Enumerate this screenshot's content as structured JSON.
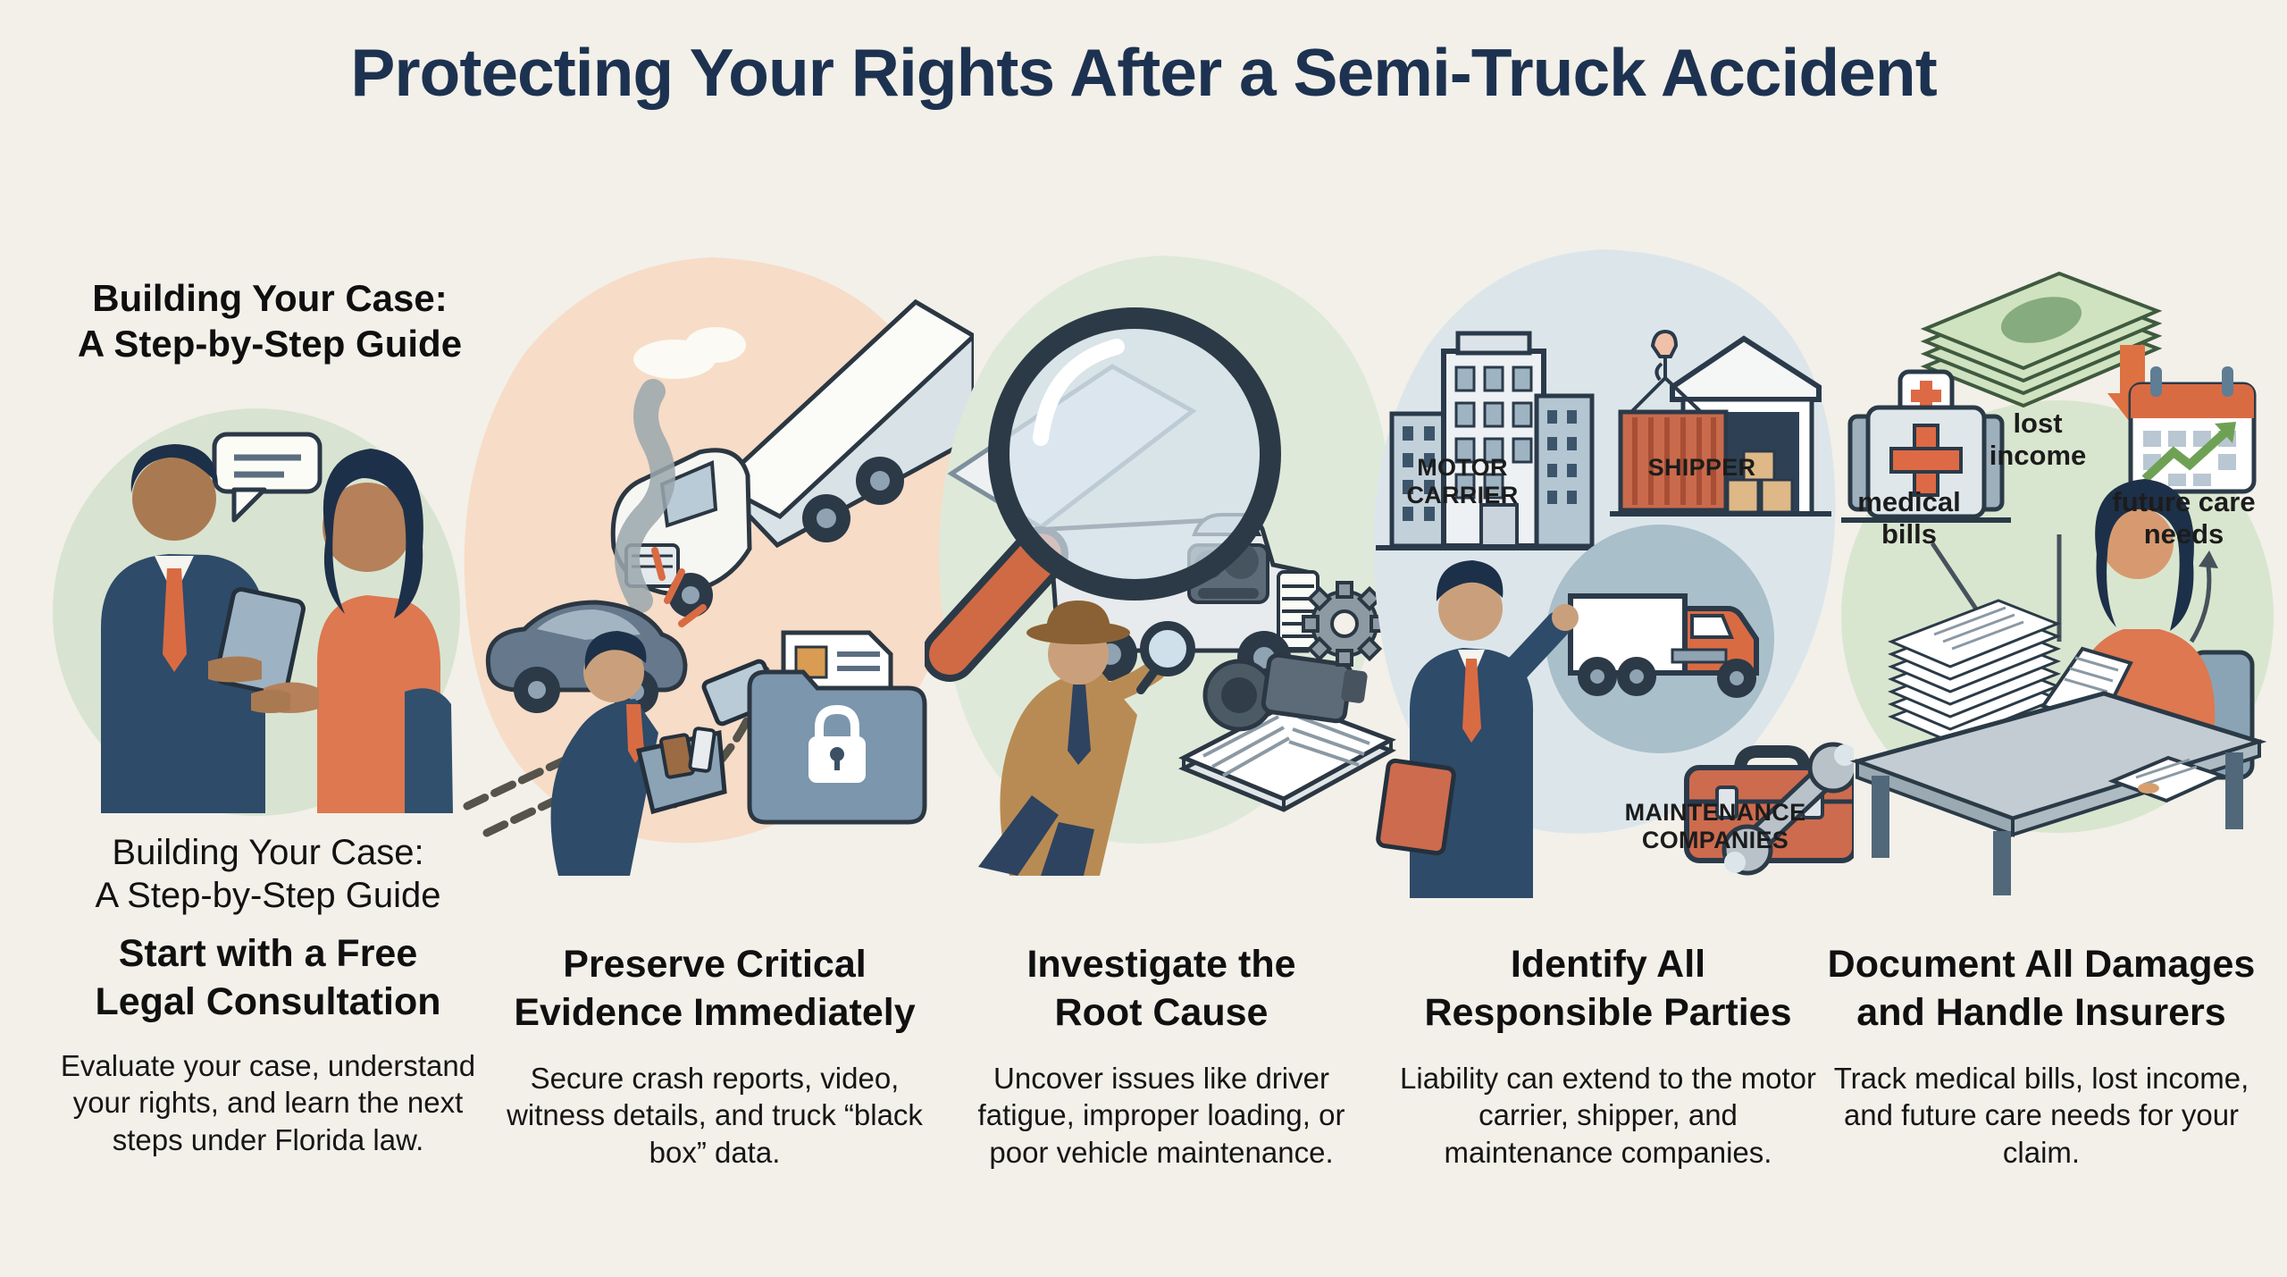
{
  "title": "Protecting Your Rights After a Semi-Truck Accident",
  "intro": "Building Your Case:\nA Step-by-Step Guide",
  "steps": [
    {
      "pre_title": "Building Your Case:\nA Step-by-Step Guide",
      "heading": "Start with a Free\nLegal Consultation",
      "body": "Evaluate your case, understand your rights, and learn the next steps under Florida law."
    },
    {
      "heading": "Preserve Critical\nEvidence Immediately",
      "body": "Secure crash reports, video, witness details, and truck “black box” data."
    },
    {
      "heading": "Investigate the\nRoot Cause",
      "body": "Uncover issues like driver fatigue, improper loading, or poor vehicle maintenance."
    },
    {
      "heading": "Identify All\nResponsible Parties",
      "body": "Liability can extend to the motor carrier, shipper, and maintenance companies."
    },
    {
      "heading": "Document All Damages\nand Handle Insurers",
      "body": "Track medical bills, lost income, and future care needs for your claim."
    }
  ],
  "labels": {
    "motor_carrier": "MOTOR CARRIER",
    "shipper": "SHIPPER",
    "maintenance": "MAINTENANCE COMPANIES",
    "medical_bills": "medical bills",
    "lost_income": "lost income",
    "future_care": "future care needs"
  },
  "colors": {
    "background": "#f2f0e9",
    "title": "#1d3250",
    "accent_orange": "#d96b43",
    "navy_suit": "#2e4b69",
    "blob_green_1": "#d8e4d1",
    "blob_peach": "#f7dcc7",
    "blob_green_3": "#dfe9da",
    "blob_blue": "#dce6ea",
    "blob_green_5": "#d9e6cf"
  }
}
